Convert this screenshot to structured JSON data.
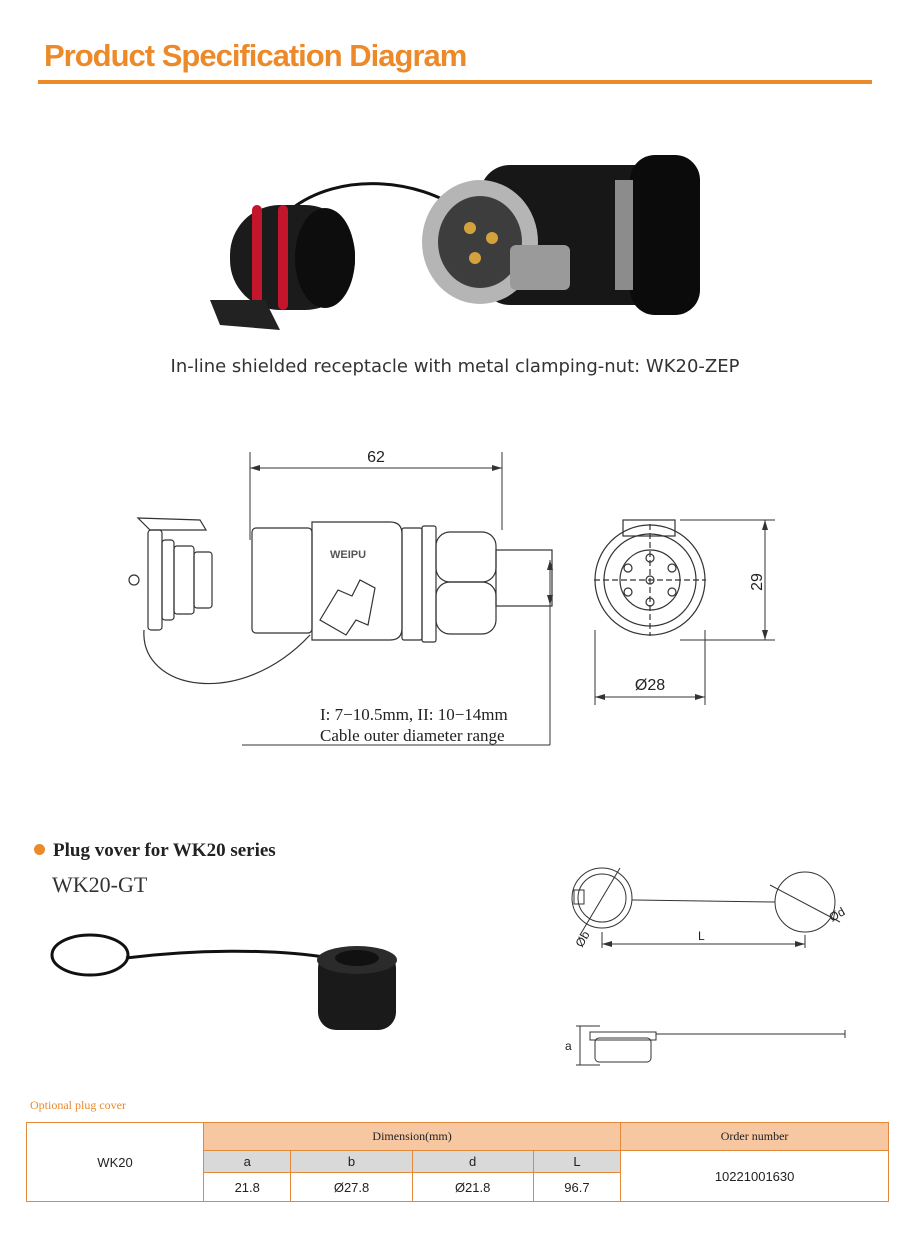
{
  "header": {
    "title": "Product Specification Diagram"
  },
  "product": {
    "caption": "In-line shielded receptacle with metal clamping-nut: WK20-ZEP",
    "brand_mark": "WEIPU"
  },
  "drawing": {
    "length_label": "62",
    "height_label": "29",
    "diameter_label": "Ø28",
    "cable_range_line1": "I: 7−10.5mm, II: 10−14mm",
    "cable_range_line2": "Cable outer diameter range"
  },
  "plug_cover": {
    "heading": "Plug vover for WK20 series",
    "model": "WK20-GT",
    "dim_labels": {
      "b": "Øb",
      "d": "Ød",
      "L": "L",
      "a": "a"
    }
  },
  "table": {
    "caption": "Optional plug cover",
    "model": "WK20",
    "dimension_header": "Dimension(mm)",
    "order_header": "Order number",
    "columns": [
      "a",
      "b",
      "d",
      "L"
    ],
    "values": [
      "21.8",
      "Ø27.8",
      "Ø21.8",
      "96.7"
    ],
    "order_number": "10221001630"
  },
  "colors": {
    "accent": "#ec8a2a",
    "table_header": "#f7c7a2",
    "table_sub": "#d9d9d9"
  }
}
